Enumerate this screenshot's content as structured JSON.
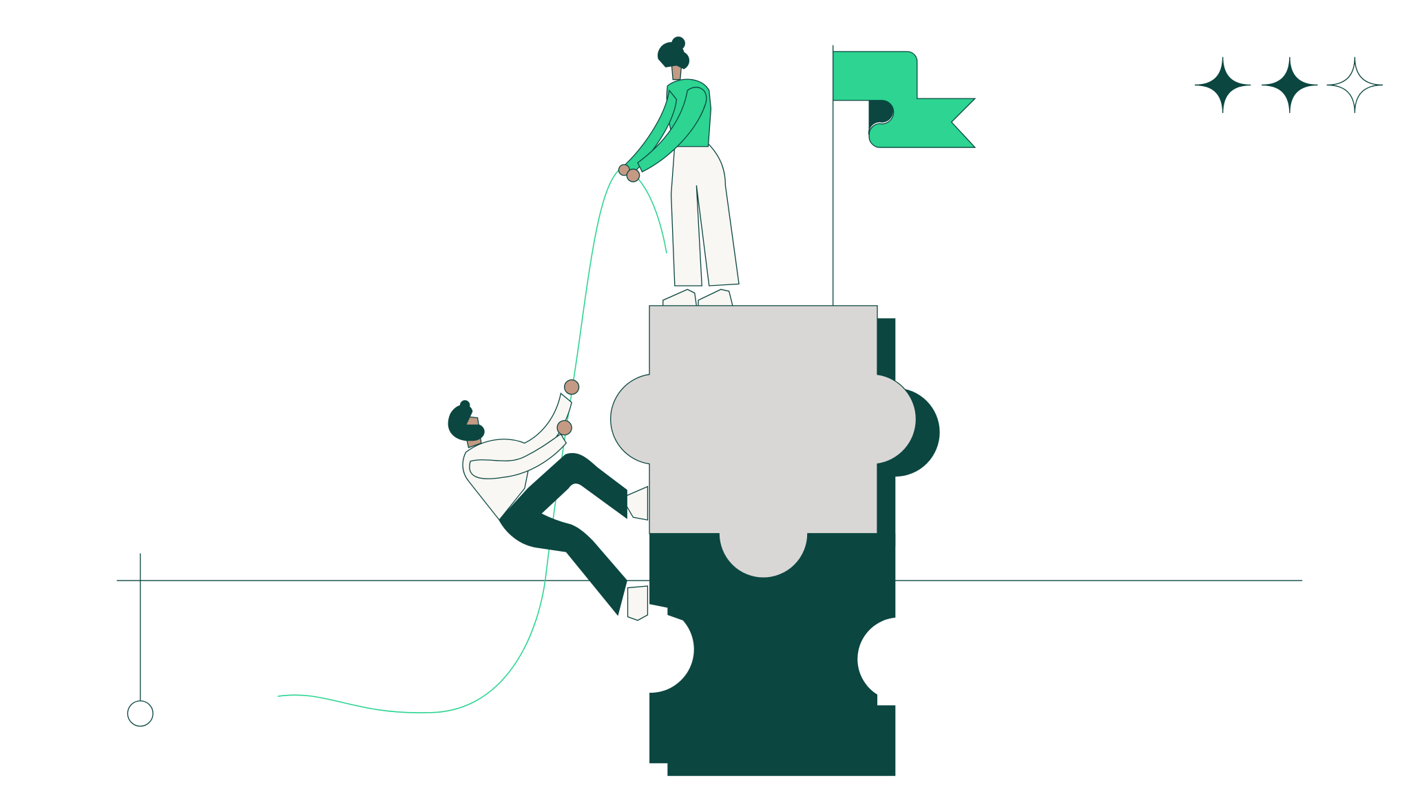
{
  "illustration": {
    "subject": "teamwork-puzzle-climb",
    "icons": [
      "sparkle-star-icon",
      "flag-icon",
      "puzzle-piece-icon"
    ],
    "colors": {
      "dark_green": "#0b4640",
      "accent_green": "#2dd492",
      "puzzle_gray": "#d9d7d6",
      "cloth_white": "#f8f7f3",
      "skin": "#c49a84",
      "background": "#ffffff"
    },
    "stars": [
      {
        "style": "filled"
      },
      {
        "style": "filled"
      },
      {
        "style": "outline"
      }
    ]
  }
}
